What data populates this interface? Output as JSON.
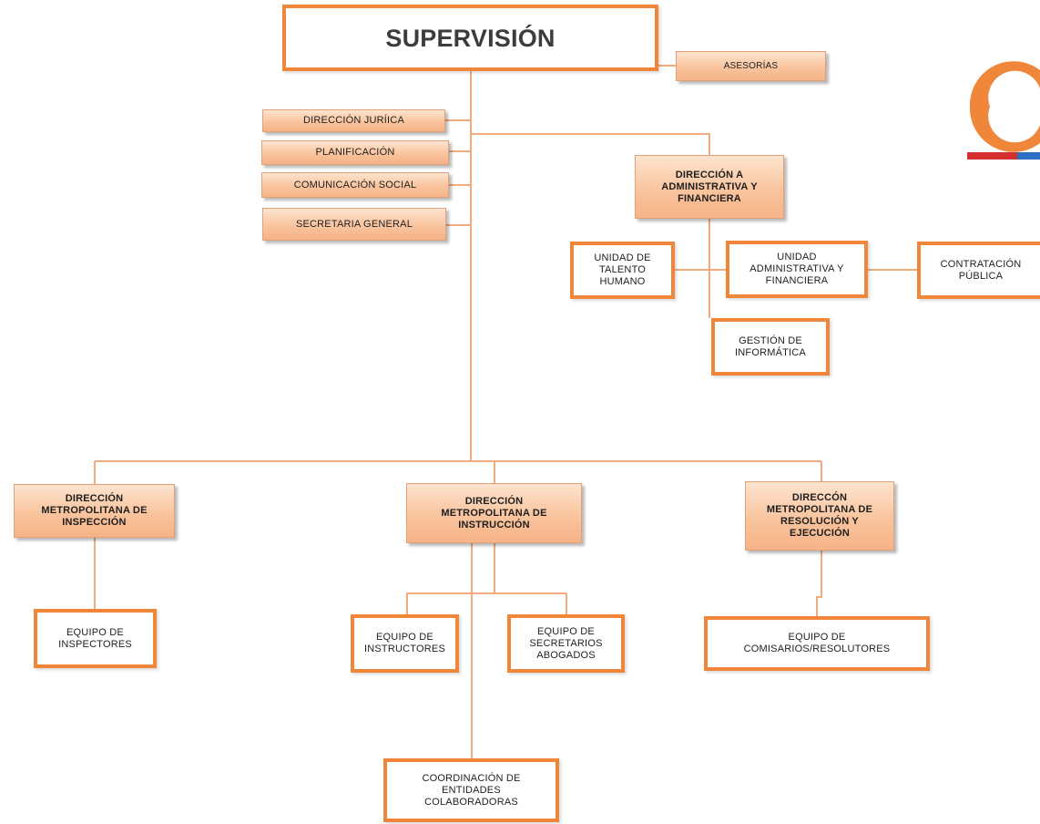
{
  "chart": {
    "top": {
      "title": "SUPERVISIÓN",
      "advisory": "ASESORÍAS"
    },
    "staff_units": {
      "legal": "DIRECCIÓN JURÍICA",
      "planning": "PLANIFICACIÓN",
      "communication": "COMUNICACIÓN SOCIAL",
      "secretary": "SECRETARIA GENERAL"
    },
    "admin": {
      "head": "DIRECCIÓN A\nADMINISTRATIVA Y\nFINANCIERA",
      "talent": "UNIDAD DE\nTALENTO\nHUMANO",
      "admin_unit": "UNIDAD\nADMINISTRATIVA Y\nFINANCIERA",
      "procurement": "CONTRATACIÓN\nPÚBLICA",
      "it": "GESTIÓN DE\nINFORMÁTICA"
    },
    "operations": {
      "inspection": "DIRECCIÓN\nMETROPOLITANA DE\nINSPECCIÓN",
      "instruction": "DIRECCIÓN\nMETROPOLITANA DE\nINSTRUCCIÓN",
      "resolution": "DIRECCÓN\nMETROPOLITANA DE\nRESOLUCIÓN Y\nEJECUCIÓN",
      "inspectors": "EQUIPO DE\nINSPECTORES",
      "instructors": "EQUIPO DE\nINSTRUCTORES",
      "secretaries": "EQUIPO DE\nSECRETARIOS\nABOGADOS",
      "commissioners": "EQUIPO DE\nCOMISARIOS/RESOLUTORES",
      "coordination": "COORDINACIÓN DE\nENTIDADES\nCOLABORADORAS"
    }
  },
  "colors": {
    "accent_orange": "#f0863a",
    "connector": "#f2ab7e",
    "logo_red": "#d42e2e",
    "logo_blue": "#2d6fc4"
  },
  "icons": {
    "logo": "institution-logo"
  }
}
